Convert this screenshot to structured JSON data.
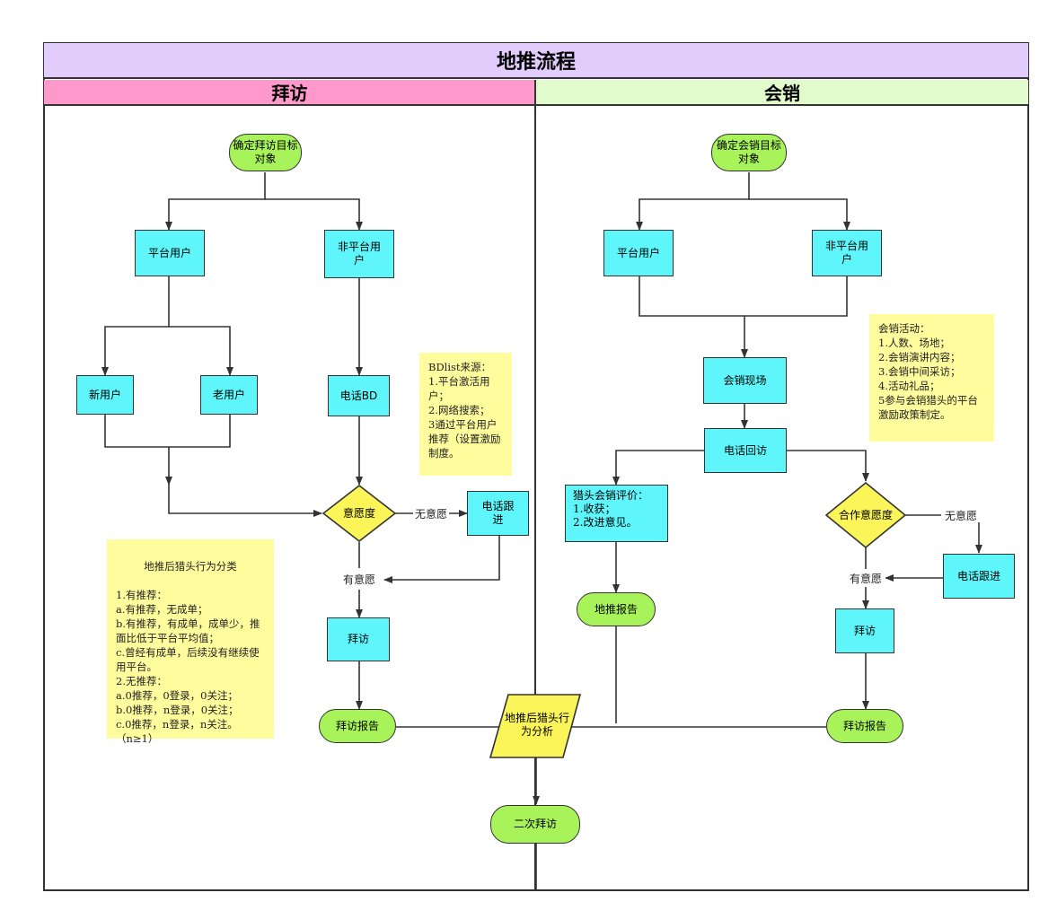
{
  "title": "地推流程",
  "lanes": {
    "left": "拜访",
    "right": "会销"
  },
  "left": {
    "start": "确定拜访目标对象",
    "platform_user": "平台用户",
    "non_platform_user": "非平台用户",
    "new_user": "新用户",
    "old_user": "老用户",
    "phone_bd": "电话BD",
    "willingness": "意愿度",
    "no_willing_label": "无意愿",
    "phone_follow": "电话跟进",
    "willing_label": "有意愿",
    "visit": "拜访",
    "visit_report": "拜访报告",
    "bdlist_note": "BDlist来源：\n1.平台激活用户；\n2.网络搜索；\n3通过平台用户推荐（设置激励制度。",
    "classify_note_title": "地推后猎头行为分类",
    "classify_note_body": "1.有推荐：\na.有推荐，无成单；\nb.有推荐，有成单，成单少，推面比低于平台平均值；\nc.曾经有成单，后续没有继续使用平台。\n2.无推荐：\na.0推荐，0登录，0关注；\nb.0推荐，n登录，0关注；\nc.0推荐，n登录，n关注。\n（n≥1）"
  },
  "right": {
    "start": "确定会销目标对象",
    "platform_user": "平台用户",
    "non_platform_user": "非平台用户",
    "onsite": "会销现场",
    "phone_callback": "电话回访",
    "eval_box": "猎头会销评价：\n1.收获；\n2.改进意见。",
    "ground_report": "地推报告",
    "coop_willingness": "合作意愿度",
    "no_willing_label": "无意愿",
    "phone_follow": "电话跟进",
    "willing_label": "有意愿",
    "visit": "拜访",
    "visit_report": "拜访报告",
    "activity_note": "会销活动：\n1.人数、场地；\n2.会销演讲内容；\n3.会销中间采访；\n4.活动礼品；\n5参与会销猎头的平台激励政策制定。"
  },
  "center": {
    "analysis": "地推后猎头行为分析",
    "second_visit": "二次拜访"
  },
  "colors": {
    "title_bg": "#e1ccfb",
    "left_lane_bg": "#ff99cc",
    "right_lane_bg": "#e2fbcc",
    "process": "#5ef6fa",
    "terminal": "#a8f25a",
    "decision": "#fbf55a",
    "note": "#fefc9d"
  }
}
